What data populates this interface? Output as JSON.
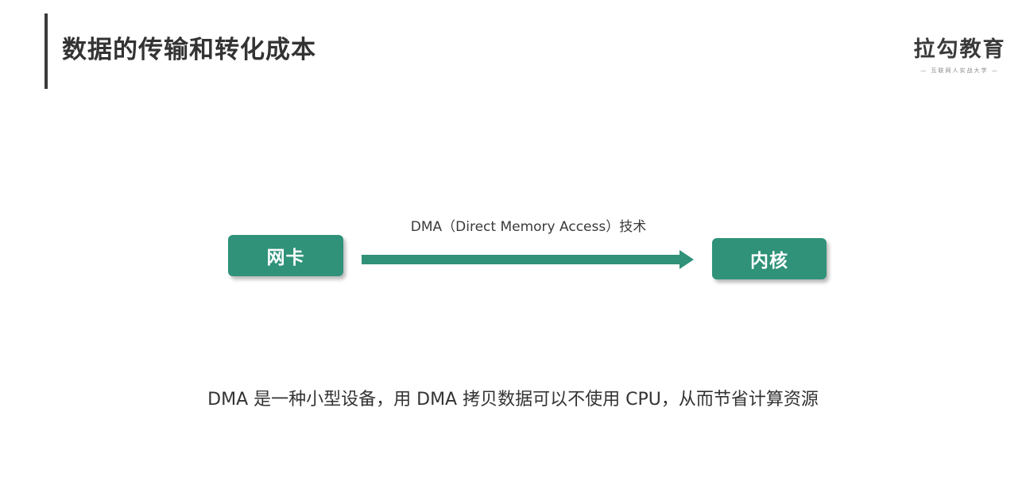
{
  "title": "数据的传输和转化成本",
  "logo": {
    "main": "拉勾教育",
    "sub": "— 互联网人实战大学 —"
  },
  "diagram": {
    "source_node": "网卡",
    "target_node": "内核",
    "arrow_label": "DMA（Direct Memory Access）技术"
  },
  "caption": "DMA 是一种小型设备，用 DMA 拷贝数据可以不使用 CPU，从而节省计算资源",
  "colors": {
    "node_fill": "#2f9279",
    "arrow": "#2f9279",
    "text": "#333333"
  }
}
